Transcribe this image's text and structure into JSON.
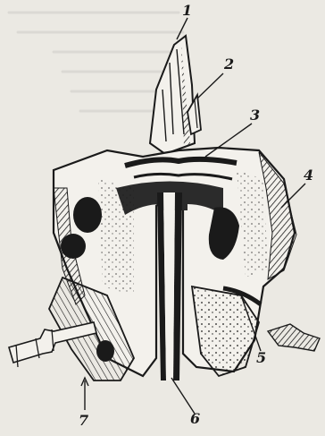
{
  "labels": [
    "1",
    "2",
    "3",
    "4",
    "5",
    "6",
    "7"
  ],
  "colors": {
    "paper": "#ebe9e3",
    "ink": "#1a1a1a",
    "bone": "#f3f1ec",
    "shadow": "#2b2b2b"
  }
}
